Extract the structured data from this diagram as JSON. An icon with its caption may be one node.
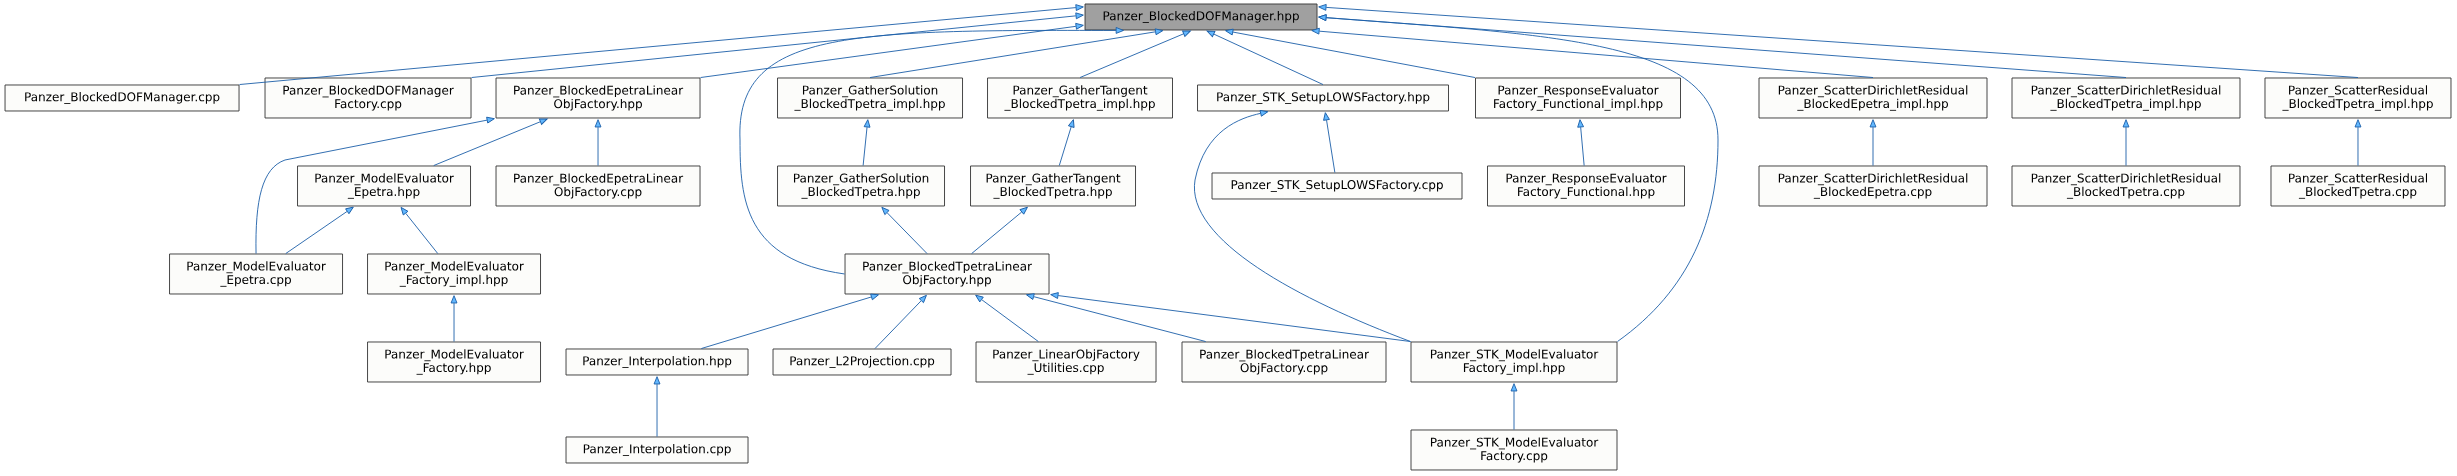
{
  "diagram": {
    "nodes": [
      {
        "text": [
          "Panzer_BlockedDOFManager.hpp"
        ]
      },
      {
        "text": [
          "Panzer_BlockedDOFManager.cpp"
        ]
      },
      {
        "text": [
          "Panzer_BlockedDOFManager Factory.cpp"
        ]
      },
      {
        "text": [
          "Panzer_BlockedEpetraLinear ObjFactory.hpp"
        ]
      },
      {
        "text": [
          "Panzer_GatherSolution _BlockedTpetra_impl.hpp"
        ]
      },
      {
        "text": [
          "Panzer_GatherTangent _BlockedTpetra_impl.hpp"
        ]
      },
      {
        "text": [
          "Panzer_STK_SetupLOWSFactory.hpp"
        ]
      },
      {
        "text": [
          "Panzer_ResponseEvaluator Factory_Functional_impl.hpp"
        ]
      },
      {
        "text": [
          "Panzer_ScatterDirichletResidual _BlockedEpetra_impl.hpp"
        ]
      },
      {
        "text": [
          "Panzer_ScatterDirichletResidual _BlockedTpetra_impl.hpp"
        ]
      },
      {
        "text": [
          "Panzer_ScatterResidual _BlockedTpetra_impl.hpp"
        ]
      },
      {
        "text": [
          "Panzer_ModelEvaluator _Epetra.hpp"
        ]
      },
      {
        "text": [
          "Panzer_BlockedEpetraLinear ObjFactory.cpp"
        ]
      },
      {
        "text": [
          "Panzer_GatherSolution _BlockedTpetra.hpp"
        ]
      },
      {
        "text": [
          "Panzer_GatherTangent _BlockedTpetra.hpp"
        ]
      },
      {
        "text": [
          "Panzer_STK_SetupLOWSFactory.cpp"
        ]
      },
      {
        "text": [
          "Panzer_ResponseEvaluator Factory_Functional.hpp"
        ]
      },
      {
        "text": [
          "Panzer_ScatterDirichletResidual _BlockedEpetra.cpp"
        ]
      },
      {
        "text": [
          "Panzer_ScatterDirichletResidual _BlockedTpetra.cpp"
        ]
      },
      {
        "text": [
          "Panzer_ScatterResidual _BlockedTpetra.cpp"
        ]
      },
      {
        "text": [
          "Panzer_ModelEvaluator _Epetra.cpp"
        ]
      },
      {
        "text": [
          "Panzer_ModelEvaluator _Factory_impl.hpp"
        ]
      },
      {
        "text": [
          "Panzer_BlockedTpetraLinear ObjFactory.hpp"
        ]
      },
      {
        "text": [
          "Panzer_ModelEvaluator _Factory.hpp"
        ]
      },
      {
        "text": [
          "Panzer_Interpolation.hpp"
        ]
      },
      {
        "text": [
          "Panzer_L2Projection.cpp"
        ]
      },
      {
        "text": [
          "Panzer_LinearObjFactory _Utilities.cpp"
        ]
      },
      {
        "text": [
          "Panzer_BlockedTpetraLinear ObjFactory.cpp"
        ]
      },
      {
        "text": [
          "Panzer_STK_ModelEvaluator Factory_impl.hpp"
        ]
      },
      {
        "text": [
          "Panzer_Interpolation.cpp"
        ]
      },
      {
        "text": [
          "Panzer_STK_ModelEvaluator Factory.cpp"
        ]
      }
    ],
    "edges": [
      {
        "from": 1,
        "to": 0,
        "arrow": "to"
      },
      {
        "from": 2,
        "to": 0,
        "arrow": "to"
      },
      {
        "from": 3,
        "to": 0,
        "arrow": "to"
      },
      {
        "from": 4,
        "to": 0,
        "arrow": "to"
      },
      {
        "from": 5,
        "to": 0,
        "arrow": "to"
      },
      {
        "from": 6,
        "to": 0,
        "arrow": "to"
      },
      {
        "from": 7,
        "to": 0,
        "arrow": "to"
      },
      {
        "from": 8,
        "to": 0,
        "arrow": "to"
      },
      {
        "from": 9,
        "to": 0,
        "arrow": "to"
      },
      {
        "from": 10,
        "to": 0,
        "arrow": "to"
      },
      {
        "from": 22,
        "to": 0,
        "arrow": "to"
      },
      {
        "from": 28,
        "to": 0,
        "arrow": "to"
      },
      {
        "from": 11,
        "to": 3,
        "arrow": "to"
      },
      {
        "from": 12,
        "to": 3,
        "arrow": "to"
      },
      {
        "from": 20,
        "to": 3,
        "arrow": "to"
      },
      {
        "from": 13,
        "to": 4,
        "arrow": "to"
      },
      {
        "from": 14,
        "to": 5,
        "arrow": "to"
      },
      {
        "from": 15,
        "to": 6,
        "arrow": "to"
      },
      {
        "from": 28,
        "to": 6,
        "arrow": "to"
      },
      {
        "from": 16,
        "to": 7,
        "arrow": "to"
      },
      {
        "from": 17,
        "to": 8,
        "arrow": "to"
      },
      {
        "from": 18,
        "to": 9,
        "arrow": "to"
      },
      {
        "from": 19,
        "to": 10,
        "arrow": "to"
      },
      {
        "from": 20,
        "to": 11,
        "arrow": "to"
      },
      {
        "from": 21,
        "to": 11,
        "arrow": "to"
      },
      {
        "from": 22,
        "to": 13,
        "arrow": "to"
      },
      {
        "from": 22,
        "to": 14,
        "arrow": "to"
      },
      {
        "from": 23,
        "to": 21,
        "arrow": "to"
      },
      {
        "from": 24,
        "to": 22,
        "arrow": "to"
      },
      {
        "from": 25,
        "to": 22,
        "arrow": "to"
      },
      {
        "from": 26,
        "to": 22,
        "arrow": "to"
      },
      {
        "from": 27,
        "to": 22,
        "arrow": "to"
      },
      {
        "from": 28,
        "to": 22,
        "arrow": "to"
      },
      {
        "from": 29,
        "to": 24,
        "arrow": "to"
      },
      {
        "from": 30,
        "to": 28,
        "arrow": "to"
      }
    ]
  }
}
